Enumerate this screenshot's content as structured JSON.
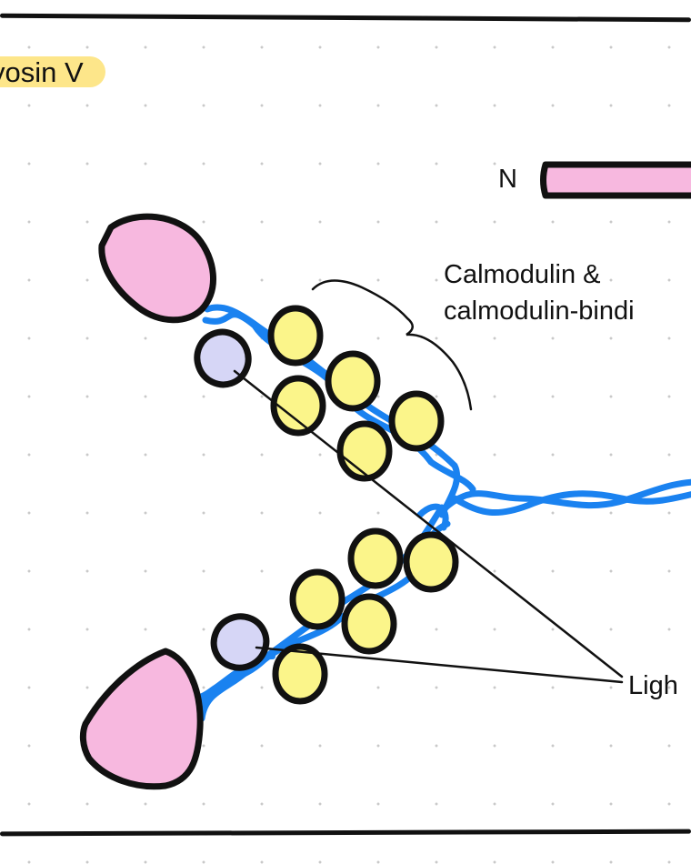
{
  "title": "yosin V",
  "labels": {
    "n_terminus": "N",
    "calmodulin_line1": "Calmodulin &",
    "calmodulin_line2": "calmodulin-bindi",
    "light_chain": "Ligh"
  },
  "colors": {
    "heavy_chain": "#1a82f0",
    "motor_head": "#f7b8df",
    "calmodulin": "#fbf58a",
    "light_chain": "#d6d6f6",
    "outline": "#111111",
    "title_highlight": "#fde68a"
  }
}
